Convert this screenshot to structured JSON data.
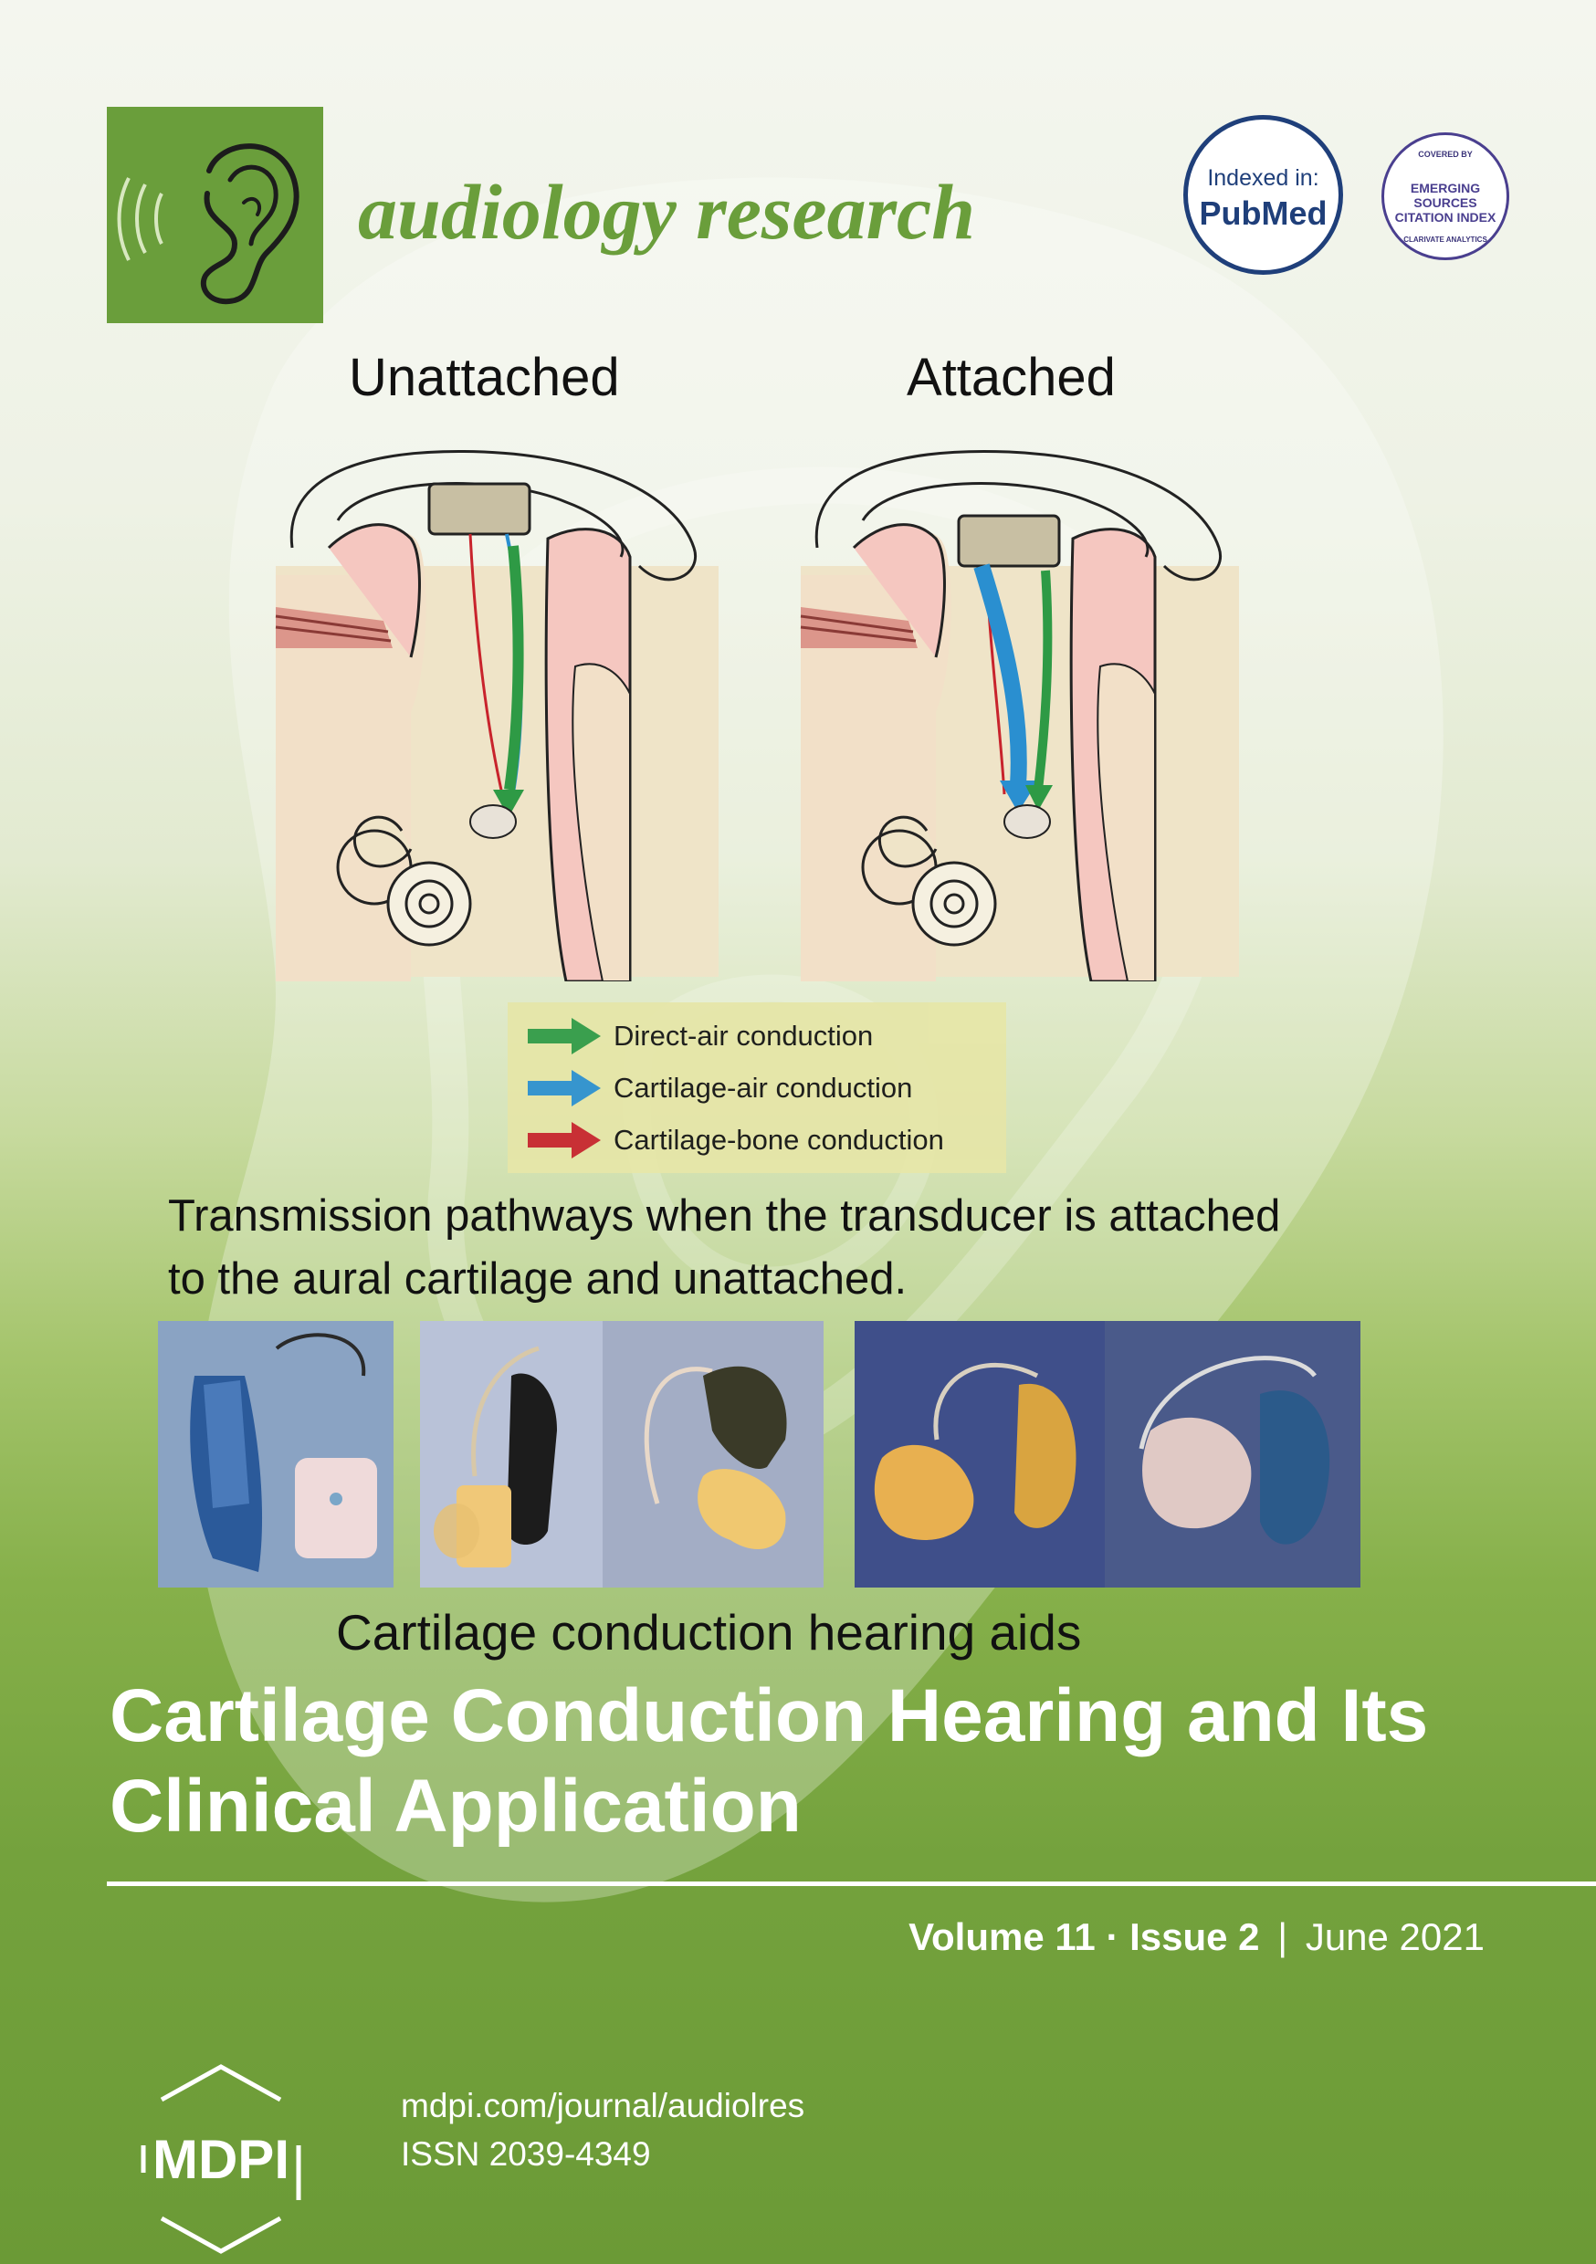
{
  "journal": {
    "name": "audiology research"
  },
  "badges": {
    "pubmed_line1": "Indexed in:",
    "pubmed_line2": "PubMed",
    "esci_top": "COVERED BY",
    "esci_line1": "EMERGING",
    "esci_line2": "SOURCES",
    "esci_line3": "CITATION INDEX",
    "esci_bottom": "CLARIVATE ANALYTICS"
  },
  "figure": {
    "left_title": "Unattached",
    "right_title": "Attached",
    "legend": [
      {
        "label": "Direct-air conduction",
        "color": "#2e9a45"
      },
      {
        "label": "Cartilage-air conduction",
        "color": "#2a8fd0"
      },
      {
        "label": "Cartilage-bone conduction",
        "color": "#c8232c"
      }
    ],
    "caption_line1": "Transmission pathways when the transducer is attached",
    "caption_line2": "to the aural cartilage and unattached."
  },
  "photos": {
    "caption": "Cartilage conduction hearing aids"
  },
  "article": {
    "title_line1": "Cartilage Conduction Hearing and Its",
    "title_line2": "Clinical Application"
  },
  "issue": {
    "volume": "Volume 11",
    "dot": "·",
    "issue": "Issue 2",
    "divider": "|",
    "date": "June 2021"
  },
  "publisher": {
    "logo_text": "MDPI",
    "url": "mdpi.com/journal/audiolres",
    "issn": "ISSN 2039-4349"
  },
  "colors": {
    "brand_green": "#6a9e3b",
    "pubmed_blue": "#1f3f7a",
    "esci_purple": "#4a3f8f"
  }
}
